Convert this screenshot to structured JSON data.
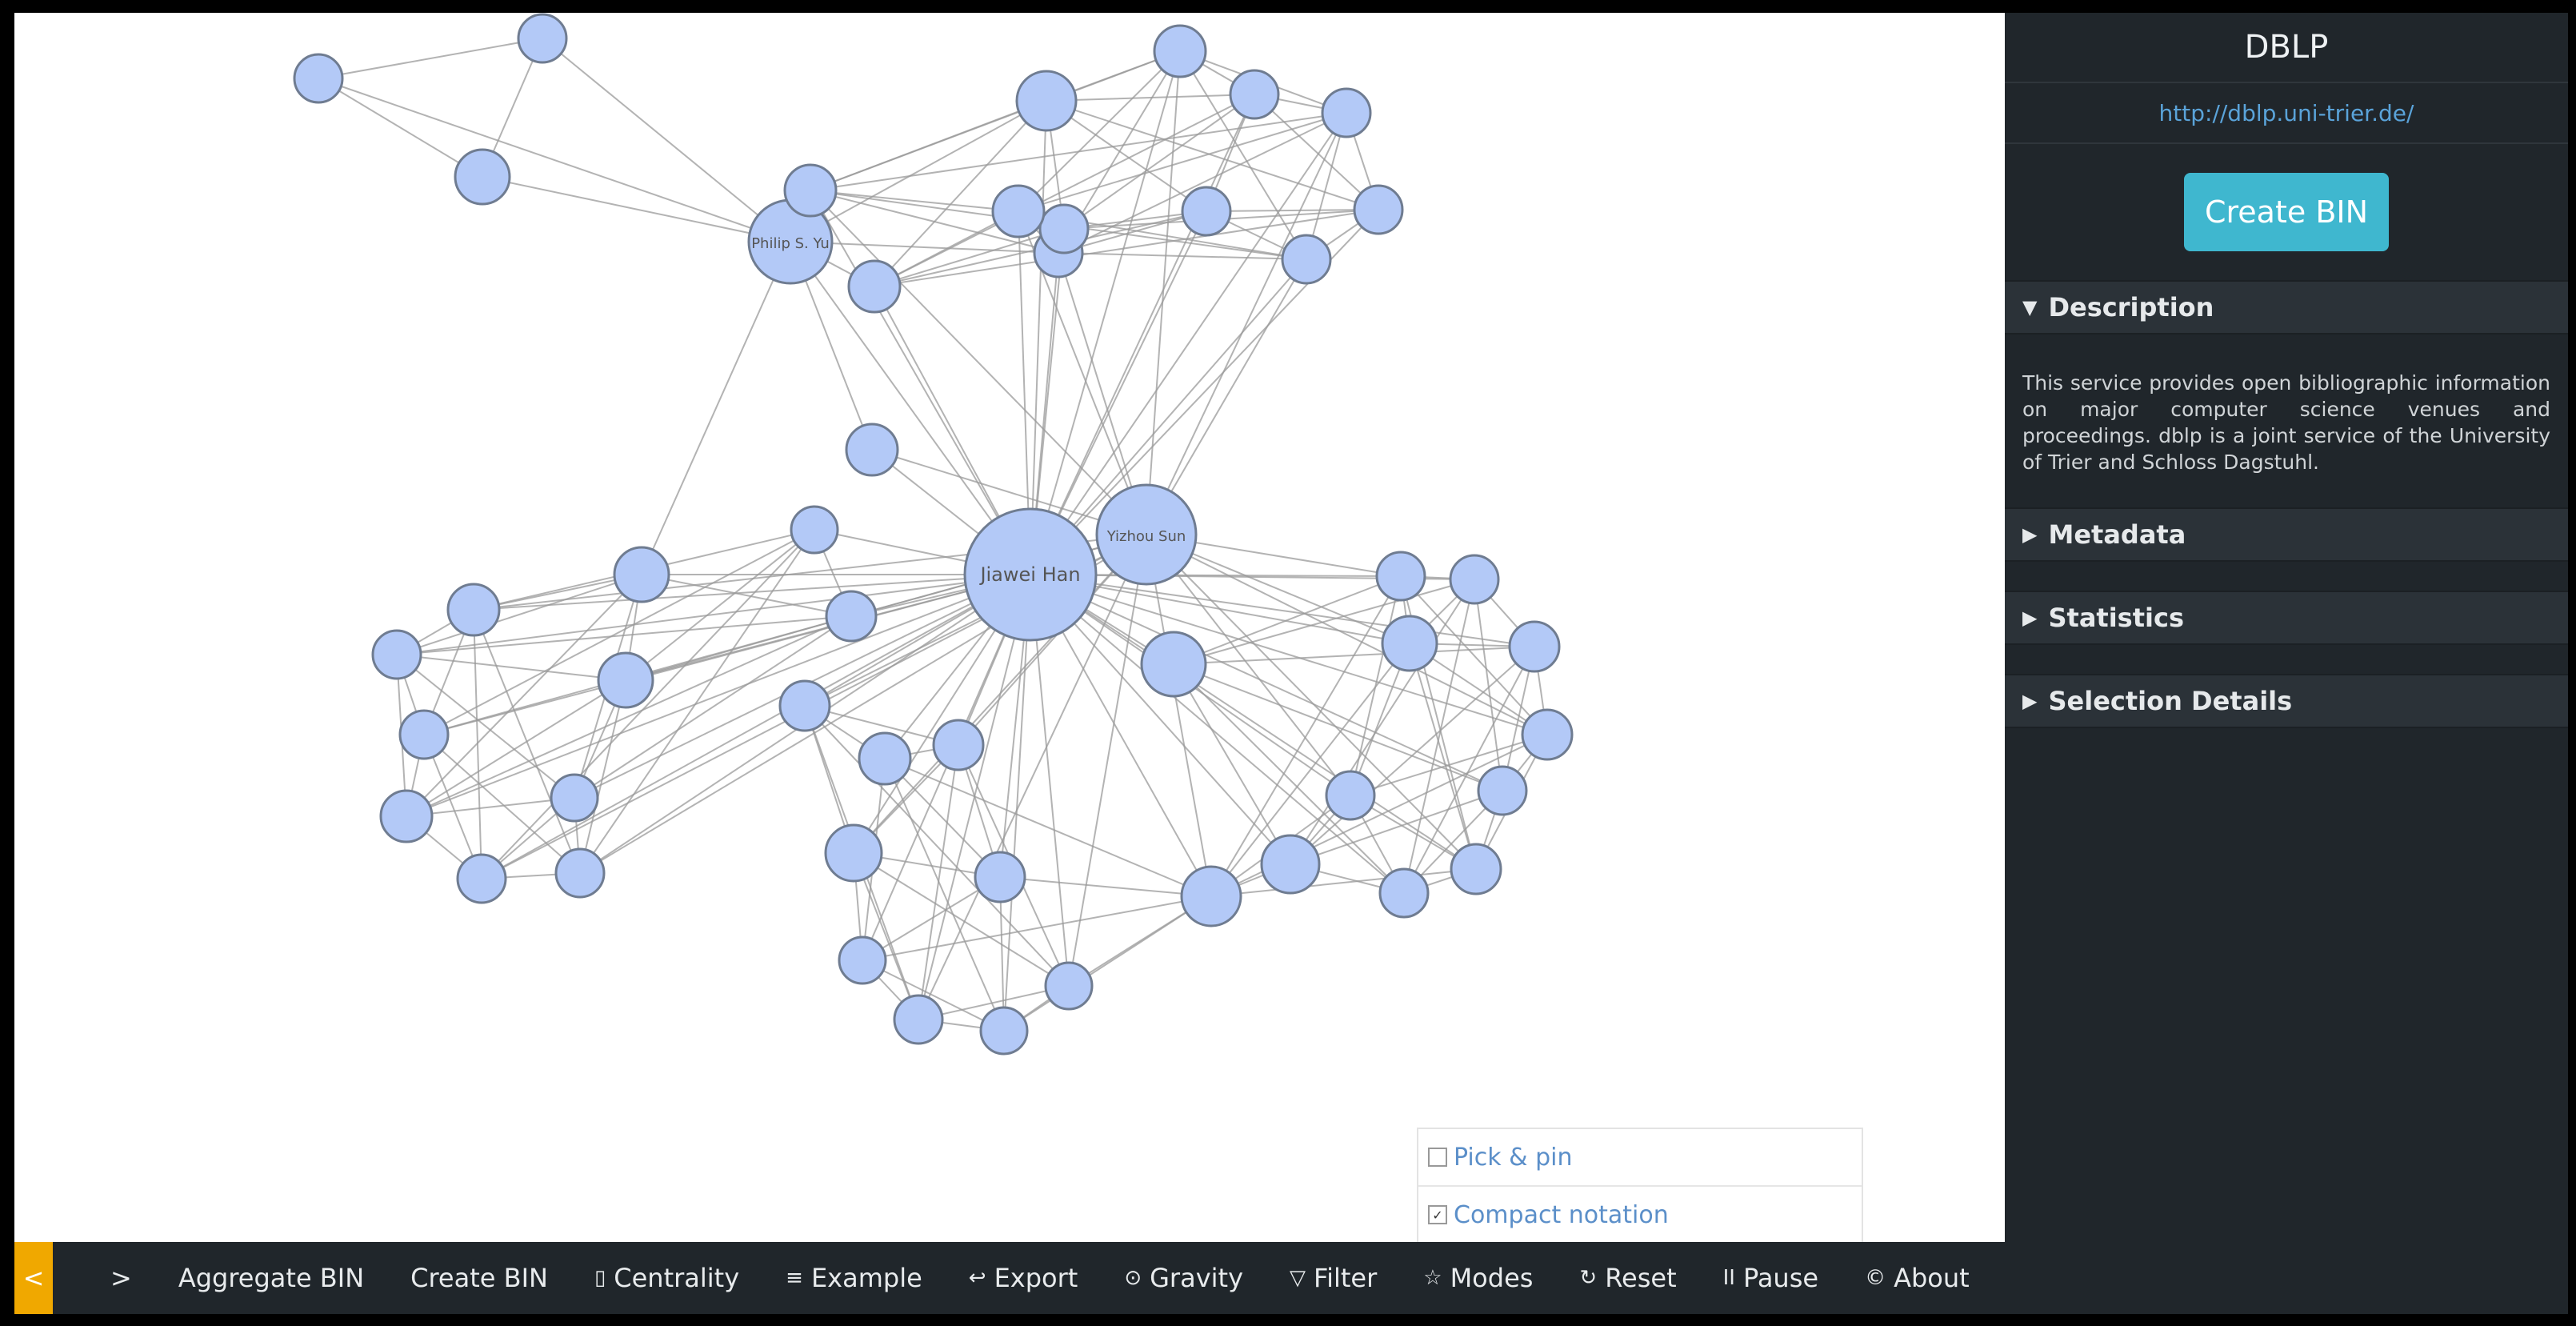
{
  "sidebar": {
    "title": "DBLP",
    "url": "http://dblp.uni-trier.de/",
    "create_button": "Create BIN",
    "sections": [
      {
        "arrow": "▼",
        "label": "Description"
      },
      {
        "arrow": "▶",
        "label": "Metadata"
      },
      {
        "arrow": "▶",
        "label": "Statistics"
      },
      {
        "arrow": "▶",
        "label": "Selection Details"
      }
    ],
    "description": "This service provides open bibliographic information on major computer science venues and proceedings. dblp is a joint service of the University of Trier and Schloss Dagstuhl."
  },
  "toolbar": {
    "prev": "<",
    "next": ">",
    "items": [
      {
        "icon": "",
        "label": "Aggregate BIN"
      },
      {
        "icon": "",
        "label": "Create BIN"
      },
      {
        "icon": "▯",
        "label": "Centrality"
      },
      {
        "icon": "≡",
        "label": "Example"
      },
      {
        "icon": "↩",
        "label": "Export"
      },
      {
        "icon": "⊙",
        "label": "Gravity"
      },
      {
        "icon": "▽",
        "label": "Filter"
      },
      {
        "icon": "☆",
        "label": "Modes"
      },
      {
        "icon": "↻",
        "label": "Reset"
      },
      {
        "icon": "II",
        "label": "Pause"
      },
      {
        "icon": "©",
        "label": "About"
      }
    ]
  },
  "popup": {
    "pick_pin": {
      "label": "Pick & pin",
      "checked": false
    },
    "compact": {
      "label": "Compact notation",
      "checked": true
    }
  },
  "graph": {
    "node_color": "#b3c9f7",
    "node_stroke": "#6f7c91",
    "edge_color": "#9a9a9a",
    "labels": {
      "hub": "Jiawei Han",
      "second": "Yizhou Sun",
      "third": "Philip S. Yu"
    }
  }
}
